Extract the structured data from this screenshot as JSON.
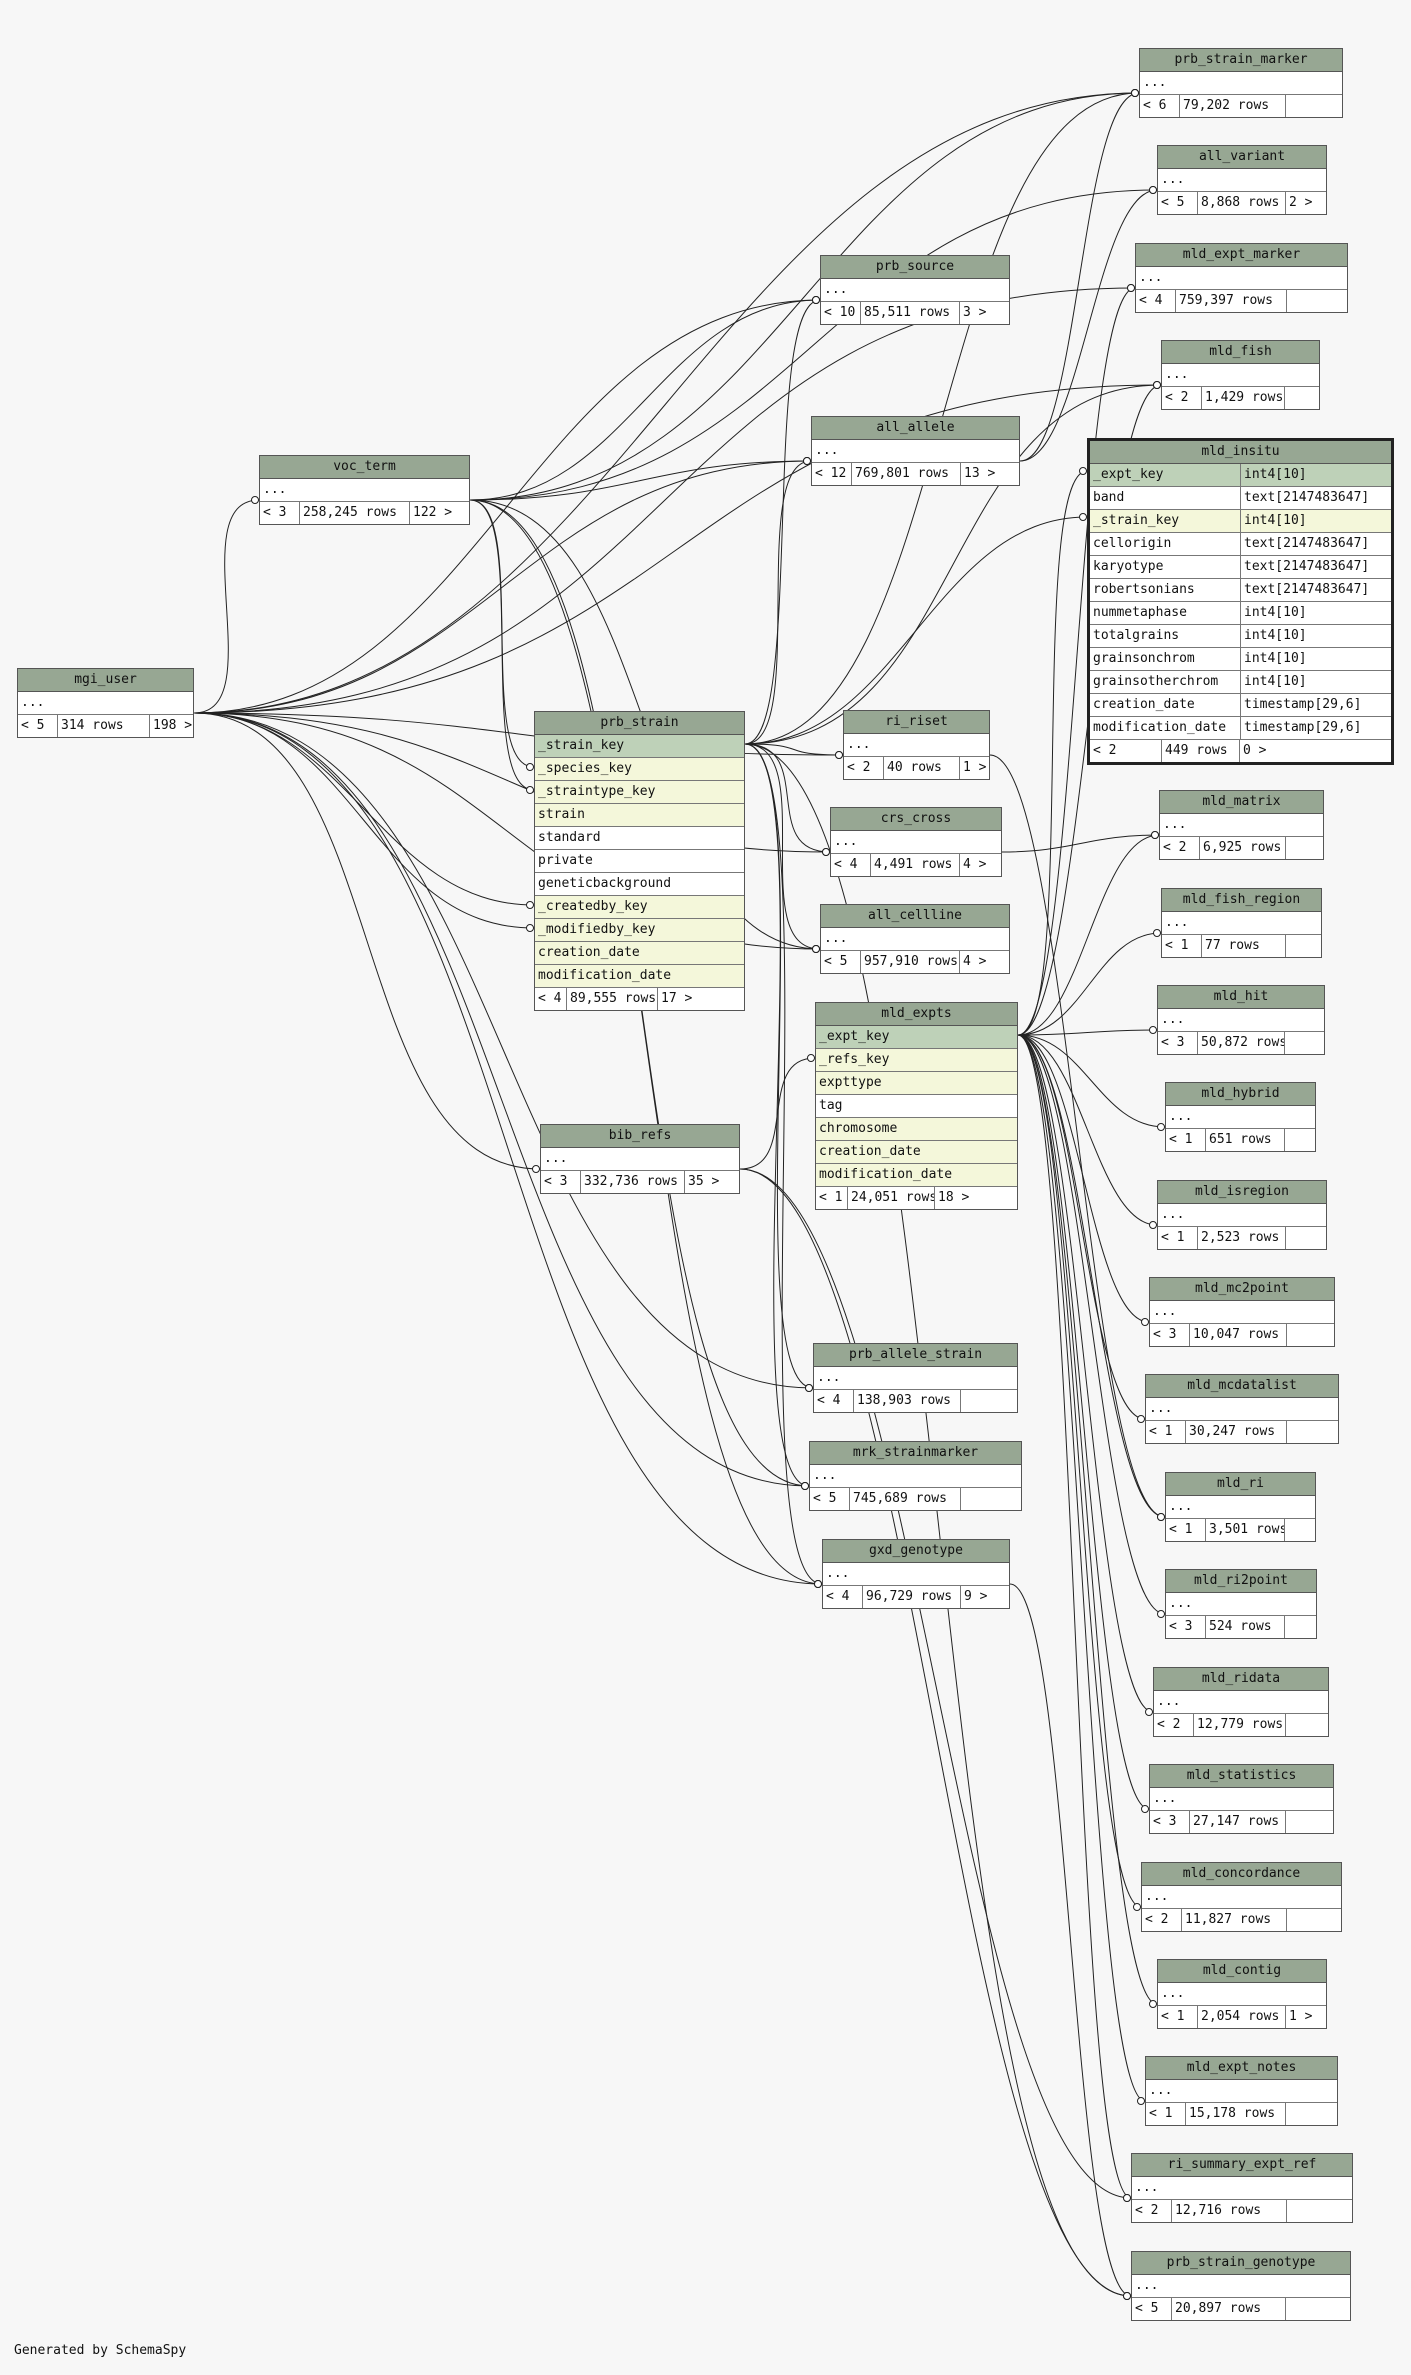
{
  "footer": "Generated by SchemaSpy",
  "tables": [
    {
      "id": "prb_strain_marker",
      "name": "prb_strain_marker",
      "prev": "< 6",
      "rows": "79,202 rows",
      "next": ""
    },
    {
      "id": "all_variant",
      "name": "all_variant",
      "prev": "< 5",
      "rows": "8,868 rows",
      "next": "2 >"
    },
    {
      "id": "mld_expt_marker",
      "name": "mld_expt_marker",
      "prev": "< 4",
      "rows": "759,397 rows",
      "next": ""
    },
    {
      "id": "mld_fish",
      "name": "mld_fish",
      "prev": "< 2",
      "rows": "1,429 rows",
      "next": ""
    },
    {
      "id": "prb_source",
      "name": "prb_source",
      "prev": "< 10",
      "rows": "85,511 rows",
      "next": "3 >"
    },
    {
      "id": "all_allele",
      "name": "all_allele",
      "prev": "< 12",
      "rows": "769,801 rows",
      "next": "13 >"
    },
    {
      "id": "voc_term",
      "name": "voc_term",
      "prev": "< 3",
      "rows": "258,245 rows",
      "next": "122 >"
    },
    {
      "id": "mgi_user",
      "name": "mgi_user",
      "prev": "< 5",
      "rows": "314 rows",
      "next": "198 >"
    },
    {
      "id": "ri_riset",
      "name": "ri_riset",
      "prev": "< 2",
      "rows": "40 rows",
      "next": "1 >"
    },
    {
      "id": "crs_cross",
      "name": "crs_cross",
      "prev": "< 4",
      "rows": "4,491 rows",
      "next": "4 >"
    },
    {
      "id": "all_cellline",
      "name": "all_cellline",
      "prev": "< 5",
      "rows": "957,910 rows",
      "next": "4 >"
    },
    {
      "id": "mld_matrix",
      "name": "mld_matrix",
      "prev": "< 2",
      "rows": "6,925 rows",
      "next": ""
    },
    {
      "id": "mld_fish_region",
      "name": "mld_fish_region",
      "prev": "< 1",
      "rows": "77 rows",
      "next": ""
    },
    {
      "id": "mld_hit",
      "name": "mld_hit",
      "prev": "< 3",
      "rows": "50,872 rows",
      "next": ""
    },
    {
      "id": "mld_hybrid",
      "name": "mld_hybrid",
      "prev": "< 1",
      "rows": "651 rows",
      "next": ""
    },
    {
      "id": "mld_isregion",
      "name": "mld_isregion",
      "prev": "< 1",
      "rows": "2,523 rows",
      "next": ""
    },
    {
      "id": "mld_mc2point",
      "name": "mld_mc2point",
      "prev": "< 3",
      "rows": "10,047 rows",
      "next": ""
    },
    {
      "id": "mld_mcdatalist",
      "name": "mld_mcdatalist",
      "prev": "< 1",
      "rows": "30,247 rows",
      "next": ""
    },
    {
      "id": "mld_ri",
      "name": "mld_ri",
      "prev": "< 1",
      "rows": "3,501 rows",
      "next": ""
    },
    {
      "id": "mld_ri2point",
      "name": "mld_ri2point",
      "prev": "< 3",
      "rows": "524 rows",
      "next": ""
    },
    {
      "id": "mld_ridata",
      "name": "mld_ridata",
      "prev": "< 2",
      "rows": "12,779 rows",
      "next": ""
    },
    {
      "id": "mld_statistics",
      "name": "mld_statistics",
      "prev": "< 3",
      "rows": "27,147 rows",
      "next": ""
    },
    {
      "id": "mld_concordance",
      "name": "mld_concordance",
      "prev": "< 2",
      "rows": "11,827 rows",
      "next": ""
    },
    {
      "id": "mld_contig",
      "name": "mld_contig",
      "prev": "< 1",
      "rows": "2,054 rows",
      "next": "1 >"
    },
    {
      "id": "mld_expt_notes",
      "name": "mld_expt_notes",
      "prev": "< 1",
      "rows": "15,178 rows",
      "next": ""
    },
    {
      "id": "ri_summary_expt_ref",
      "name": "ri_summary_expt_ref",
      "prev": "< 2",
      "rows": "12,716 rows",
      "next": ""
    },
    {
      "id": "prb_strain_genotype",
      "name": "prb_strain_genotype",
      "prev": "< 5",
      "rows": "20,897 rows",
      "next": ""
    },
    {
      "id": "bib_refs",
      "name": "bib_refs",
      "prev": "< 3",
      "rows": "332,736 rows",
      "next": "35 >"
    },
    {
      "id": "prb_allele_strain",
      "name": "prb_allele_strain",
      "prev": "< 4",
      "rows": "138,903 rows",
      "next": ""
    },
    {
      "id": "mrk_strainmarker",
      "name": "mrk_strainmarker",
      "prev": "< 5",
      "rows": "745,689 rows",
      "next": ""
    },
    {
      "id": "gxd_genotype",
      "name": "gxd_genotype",
      "prev": "< 4",
      "rows": "96,729 rows",
      "next": "9 >"
    }
  ],
  "collapsed_row_label": "...",
  "prb_strain": {
    "name": "prb_strain",
    "columns": [
      {
        "name": "_strain_key",
        "kind": "pk"
      },
      {
        "name": "_species_key",
        "kind": "fk"
      },
      {
        "name": "_straintype_key",
        "kind": "fk"
      },
      {
        "name": "strain",
        "kind": "fk"
      },
      {
        "name": "standard",
        "kind": "plain"
      },
      {
        "name": "private",
        "kind": "plain"
      },
      {
        "name": "geneticbackground",
        "kind": "plain"
      },
      {
        "name": "_createdby_key",
        "kind": "fk"
      },
      {
        "name": "_modifiedby_key",
        "kind": "fk"
      },
      {
        "name": "creation_date",
        "kind": "fk"
      },
      {
        "name": "modification_date",
        "kind": "fk"
      }
    ],
    "prev": "< 4",
    "rows": "89,555 rows",
    "next": "17 >"
  },
  "mld_expts": {
    "name": "mld_expts",
    "columns": [
      {
        "name": "_expt_key",
        "kind": "pk"
      },
      {
        "name": "_refs_key",
        "kind": "fk"
      },
      {
        "name": "expttype",
        "kind": "fk"
      },
      {
        "name": "tag",
        "kind": "plain"
      },
      {
        "name": "chromosome",
        "kind": "fk"
      },
      {
        "name": "creation_date",
        "kind": "fk"
      },
      {
        "name": "modification_date",
        "kind": "fk"
      }
    ],
    "prev": "< 1",
    "rows": "24,051 rows",
    "next": "18 >"
  },
  "mld_insitu": {
    "name": "mld_insitu",
    "columns": [
      {
        "name": "_expt_key",
        "type": "int4[10]",
        "kind": "pk"
      },
      {
        "name": "band",
        "type": "text[2147483647]",
        "kind": "plain"
      },
      {
        "name": "_strain_key",
        "type": "int4[10]",
        "kind": "fk"
      },
      {
        "name": "cellorigin",
        "type": "text[2147483647]",
        "kind": "plain"
      },
      {
        "name": "karyotype",
        "type": "text[2147483647]",
        "kind": "plain"
      },
      {
        "name": "robertsonians",
        "type": "text[2147483647]",
        "kind": "plain"
      },
      {
        "name": "nummetaphase",
        "type": "int4[10]",
        "kind": "plain"
      },
      {
        "name": "totalgrains",
        "type": "int4[10]",
        "kind": "plain"
      },
      {
        "name": "grainsonchrom",
        "type": "int4[10]",
        "kind": "plain"
      },
      {
        "name": "grainsotherchrom",
        "type": "int4[10]",
        "kind": "plain"
      },
      {
        "name": "creation_date",
        "type": "timestamp[29,6]",
        "kind": "plain"
      },
      {
        "name": "modification_date",
        "type": "timestamp[29,6]",
        "kind": "plain"
      }
    ],
    "prev": "< 2",
    "rows": "449 rows",
    "next": "0 >"
  },
  "colors": {
    "header": "#97a793",
    "pk": "#bed1b8",
    "fk": "#f4f7da",
    "background": "#f7f7f7",
    "line": "#222222"
  }
}
